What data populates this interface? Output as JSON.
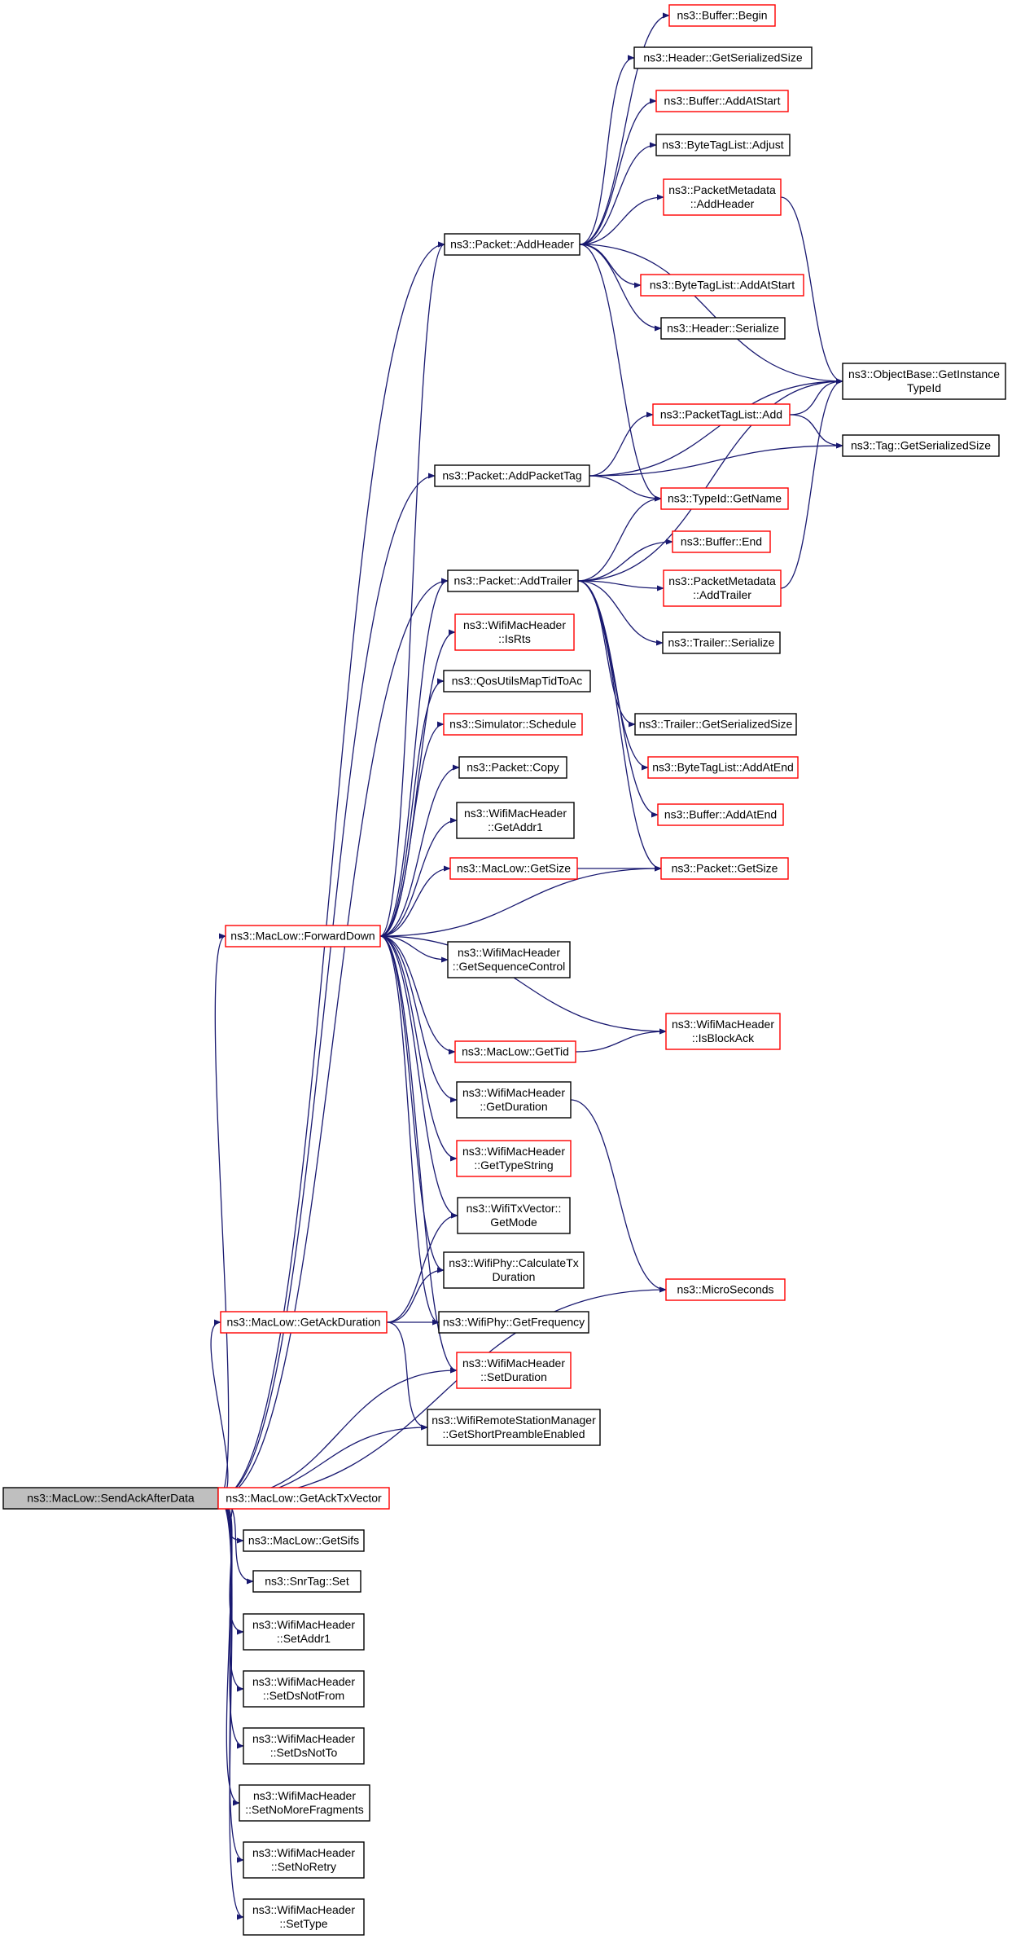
{
  "diagram": {
    "type": "call-graph",
    "root": "SendAckAfterData",
    "colors": {
      "edge": "#191970",
      "documented_border": "#000000",
      "undocumented_border": "#ff0000",
      "root_fill": "#bfbfbf"
    },
    "nodes": [
      {
        "id": "SendAckAfterData",
        "lines": [
          "ns3::MacLow::SendAckAfterData"
        ],
        "style": "root"
      },
      {
        "id": "BufferBegin",
        "lines": [
          "ns3::Buffer::Begin"
        ],
        "style": "red"
      },
      {
        "id": "HeaderGetSerializedSize",
        "lines": [
          "ns3::Header::GetSerializedSize"
        ],
        "style": "black"
      },
      {
        "id": "BufferAddAtStart",
        "lines": [
          "ns3::Buffer::AddAtStart"
        ],
        "style": "red"
      },
      {
        "id": "ByteTagListAdjust",
        "lines": [
          "ns3::ByteTagList::Adjust"
        ],
        "style": "black"
      },
      {
        "id": "PacketMetadataAddHeader",
        "lines": [
          "ns3::PacketMetadata",
          "::AddHeader"
        ],
        "style": "red"
      },
      {
        "id": "PacketAddHeader",
        "lines": [
          "ns3::Packet::AddHeader"
        ],
        "style": "black"
      },
      {
        "id": "ByteTagListAddAtStart",
        "lines": [
          "ns3::ByteTagList::AddAtStart"
        ],
        "style": "red"
      },
      {
        "id": "HeaderSerialize",
        "lines": [
          "ns3::Header::Serialize"
        ],
        "style": "black"
      },
      {
        "id": "ObjectBaseGetInstanceTypeId",
        "lines": [
          "ns3::ObjectBase::GetInstance",
          "TypeId"
        ],
        "style": "black"
      },
      {
        "id": "PacketTagListAdd",
        "lines": [
          "ns3::PacketTagList::Add"
        ],
        "style": "red"
      },
      {
        "id": "TagGetSerializedSize",
        "lines": [
          "ns3::Tag::GetSerializedSize"
        ],
        "style": "black"
      },
      {
        "id": "PacketAddPacketTag",
        "lines": [
          "ns3::Packet::AddPacketTag"
        ],
        "style": "black"
      },
      {
        "id": "TypeIdGetName",
        "lines": [
          "ns3::TypeId::GetName"
        ],
        "style": "red"
      },
      {
        "id": "BufferEnd",
        "lines": [
          "ns3::Buffer::End"
        ],
        "style": "red"
      },
      {
        "id": "PacketAddTrailer",
        "lines": [
          "ns3::Packet::AddTrailer"
        ],
        "style": "black"
      },
      {
        "id": "PacketMetadataAddTrailer",
        "lines": [
          "ns3::PacketMetadata",
          "::AddTrailer"
        ],
        "style": "red"
      },
      {
        "id": "WifiMacHeaderIsRts",
        "lines": [
          "ns3::WifiMacHeader",
          "::IsRts"
        ],
        "style": "red"
      },
      {
        "id": "TrailerSerialize",
        "lines": [
          "ns3::Trailer::Serialize"
        ],
        "style": "black"
      },
      {
        "id": "QosUtilsMapTidToAc",
        "lines": [
          "ns3::QosUtilsMapTidToAc"
        ],
        "style": "black"
      },
      {
        "id": "SimulatorSchedule",
        "lines": [
          "ns3::Simulator::Schedule"
        ],
        "style": "red"
      },
      {
        "id": "TrailerGetSerializedSize",
        "lines": [
          "ns3::Trailer::GetSerializedSize"
        ],
        "style": "black"
      },
      {
        "id": "PacketCopy",
        "lines": [
          "ns3::Packet::Copy"
        ],
        "style": "black"
      },
      {
        "id": "ByteTagListAddAtEnd",
        "lines": [
          "ns3::ByteTagList::AddAtEnd"
        ],
        "style": "red"
      },
      {
        "id": "WifiMacHeaderGetAddr1",
        "lines": [
          "ns3::WifiMacHeader",
          "::GetAddr1"
        ],
        "style": "black"
      },
      {
        "id": "BufferAddAtEnd",
        "lines": [
          "ns3::Buffer::AddAtEnd"
        ],
        "style": "red"
      },
      {
        "id": "MacLowGetSize",
        "lines": [
          "ns3::MacLow::GetSize"
        ],
        "style": "red"
      },
      {
        "id": "PacketGetSize",
        "lines": [
          "ns3::Packet::GetSize"
        ],
        "style": "red"
      },
      {
        "id": "MacLowForwardDown",
        "lines": [
          "ns3::MacLow::ForwardDown"
        ],
        "style": "red"
      },
      {
        "id": "WifiMacHeaderGetSequenceControl",
        "lines": [
          "ns3::WifiMacHeader",
          "::GetSequenceControl"
        ],
        "style": "black"
      },
      {
        "id": "WifiMacHeaderIsBlockAck",
        "lines": [
          "ns3::WifiMacHeader",
          "::IsBlockAck"
        ],
        "style": "red"
      },
      {
        "id": "MacLowGetTid",
        "lines": [
          "ns3::MacLow::GetTid"
        ],
        "style": "red"
      },
      {
        "id": "WifiMacHeaderGetDuration",
        "lines": [
          "ns3::WifiMacHeader",
          "::GetDuration"
        ],
        "style": "black"
      },
      {
        "id": "WifiMacHeaderGetTypeString",
        "lines": [
          "ns3::WifiMacHeader",
          "::GetTypeString"
        ],
        "style": "red"
      },
      {
        "id": "WifiTxVectorGetMode",
        "lines": [
          "ns3::WifiTxVector::",
          "GetMode"
        ],
        "style": "black"
      },
      {
        "id": "WifiPhyCalculateTxDuration",
        "lines": [
          "ns3::WifiPhy::CalculateTx",
          "Duration"
        ],
        "style": "black"
      },
      {
        "id": "MicroSeconds",
        "lines": [
          "ns3::MicroSeconds"
        ],
        "style": "red"
      },
      {
        "id": "MacLowGetAckDuration",
        "lines": [
          "ns3::MacLow::GetAckDuration"
        ],
        "style": "red"
      },
      {
        "id": "WifiPhyGetFrequency",
        "lines": [
          "ns3::WifiPhy::GetFrequency"
        ],
        "style": "black"
      },
      {
        "id": "WifiMacHeaderSetDuration",
        "lines": [
          "ns3::WifiMacHeader",
          "::SetDuration"
        ],
        "style": "red"
      },
      {
        "id": "GetShortPreambleEnabled",
        "lines": [
          "ns3::WifiRemoteStationManager",
          "::GetShortPreambleEnabled"
        ],
        "style": "black"
      },
      {
        "id": "MacLowGetAckTxVector",
        "lines": [
          "ns3::MacLow::GetAckTxVector"
        ],
        "style": "red"
      },
      {
        "id": "MacLowGetSifs",
        "lines": [
          "ns3::MacLow::GetSifs"
        ],
        "style": "black"
      },
      {
        "id": "SnrTagSet",
        "lines": [
          "ns3::SnrTag::Set"
        ],
        "style": "black"
      },
      {
        "id": "WifiMacHeaderSetAddr1",
        "lines": [
          "ns3::WifiMacHeader",
          "::SetAddr1"
        ],
        "style": "black"
      },
      {
        "id": "WifiMacHeaderSetDsNotFrom",
        "lines": [
          "ns3::WifiMacHeader",
          "::SetDsNotFrom"
        ],
        "style": "black"
      },
      {
        "id": "WifiMacHeaderSetDsNotTo",
        "lines": [
          "ns3::WifiMacHeader",
          "::SetDsNotTo"
        ],
        "style": "black"
      },
      {
        "id": "WifiMacHeaderSetNoMoreFragments",
        "lines": [
          "ns3::WifiMacHeader",
          "::SetNoMoreFragments"
        ],
        "style": "black"
      },
      {
        "id": "WifiMacHeaderSetNoRetry",
        "lines": [
          "ns3::WifiMacHeader",
          "::SetNoRetry"
        ],
        "style": "black"
      },
      {
        "id": "WifiMacHeaderSetType",
        "lines": [
          "ns3::WifiMacHeader",
          "::SetType"
        ],
        "style": "black"
      }
    ],
    "edges": [
      [
        "PacketAddHeader",
        "BufferBegin"
      ],
      [
        "PacketAddHeader",
        "HeaderGetSerializedSize"
      ],
      [
        "PacketAddHeader",
        "BufferAddAtStart"
      ],
      [
        "PacketAddHeader",
        "ByteTagListAdjust"
      ],
      [
        "PacketAddHeader",
        "PacketMetadataAddHeader"
      ],
      [
        "PacketAddHeader",
        "ObjectBaseGetInstanceTypeId"
      ],
      [
        "PacketAddHeader",
        "ByteTagListAddAtStart"
      ],
      [
        "PacketAddHeader",
        "HeaderSerialize"
      ],
      [
        "PacketAddHeader",
        "TypeIdGetName"
      ],
      [
        "PacketMetadataAddHeader",
        "ObjectBaseGetInstanceTypeId"
      ],
      [
        "PacketAddPacketTag",
        "ObjectBaseGetInstanceTypeId"
      ],
      [
        "PacketAddPacketTag",
        "PacketTagListAdd"
      ],
      [
        "PacketAddPacketTag",
        "TagGetSerializedSize"
      ],
      [
        "PacketAddPacketTag",
        "TypeIdGetName"
      ],
      [
        "PacketTagListAdd",
        "ObjectBaseGetInstanceTypeId"
      ],
      [
        "PacketTagListAdd",
        "TagGetSerializedSize"
      ],
      [
        "PacketAddTrailer",
        "TypeIdGetName"
      ],
      [
        "PacketAddTrailer",
        "BufferEnd"
      ],
      [
        "PacketAddTrailer",
        "PacketMetadataAddTrailer"
      ],
      [
        "PacketAddTrailer",
        "TrailerSerialize"
      ],
      [
        "PacketAddTrailer",
        "ObjectBaseGetInstanceTypeId"
      ],
      [
        "PacketAddTrailer",
        "TrailerGetSerializedSize"
      ],
      [
        "PacketAddTrailer",
        "ByteTagListAddAtEnd"
      ],
      [
        "PacketAddTrailer",
        "BufferAddAtEnd"
      ],
      [
        "PacketAddTrailer",
        "PacketGetSize"
      ],
      [
        "PacketMetadataAddTrailer",
        "ObjectBaseGetInstanceTypeId"
      ],
      [
        "MacLowForwardDown",
        "PacketAddHeader"
      ],
      [
        "MacLowForwardDown",
        "PacketAddTrailer"
      ],
      [
        "MacLowForwardDown",
        "WifiMacHeaderIsRts"
      ],
      [
        "MacLowForwardDown",
        "QosUtilsMapTidToAc"
      ],
      [
        "MacLowForwardDown",
        "SimulatorSchedule"
      ],
      [
        "MacLowForwardDown",
        "PacketCopy"
      ],
      [
        "MacLowForwardDown",
        "WifiMacHeaderGetAddr1"
      ],
      [
        "MacLowForwardDown",
        "MacLowGetSize"
      ],
      [
        "MacLowForwardDown",
        "PacketGetSize"
      ],
      [
        "MacLowForwardDown",
        "WifiMacHeaderGetSequenceControl"
      ],
      [
        "MacLowForwardDown",
        "WifiMacHeaderIsBlockAck"
      ],
      [
        "MacLowForwardDown",
        "MacLowGetTid"
      ],
      [
        "MacLowForwardDown",
        "WifiMacHeaderGetDuration"
      ],
      [
        "MacLowForwardDown",
        "WifiMacHeaderGetTypeString"
      ],
      [
        "MacLowForwardDown",
        "WifiTxVectorGetMode"
      ],
      [
        "MacLowForwardDown",
        "WifiPhyCalculateTxDuration"
      ],
      [
        "MacLowForwardDown",
        "WifiPhyGetFrequency"
      ],
      [
        "MacLowForwardDown",
        "WifiMacHeaderSetDuration"
      ],
      [
        "MacLowGetSize",
        "PacketGetSize"
      ],
      [
        "MacLowGetTid",
        "WifiMacHeaderIsBlockAck"
      ],
      [
        "WifiMacHeaderGetDuration",
        "MicroSeconds"
      ],
      [
        "MacLowGetAckDuration",
        "WifiTxVectorGetMode"
      ],
      [
        "MacLowGetAckDuration",
        "WifiPhyCalculateTxDuration"
      ],
      [
        "MacLowGetAckDuration",
        "WifiPhyGetFrequency"
      ],
      [
        "MacLowGetAckDuration",
        "GetShortPreambleEnabled"
      ],
      [
        "SendAckAfterData",
        "PacketAddHeader"
      ],
      [
        "SendAckAfterData",
        "PacketAddPacketTag"
      ],
      [
        "SendAckAfterData",
        "PacketAddTrailer"
      ],
      [
        "SendAckAfterData",
        "MacLowForwardDown"
      ],
      [
        "SendAckAfterData",
        "MacLowGetAckDuration"
      ],
      [
        "SendAckAfterData",
        "WifiMacHeaderSetDuration"
      ],
      [
        "SendAckAfterData",
        "GetShortPreambleEnabled"
      ],
      [
        "SendAckAfterData",
        "MicroSeconds"
      ],
      [
        "SendAckAfterData",
        "MacLowGetAckTxVector"
      ],
      [
        "SendAckAfterData",
        "MacLowGetSifs"
      ],
      [
        "SendAckAfterData",
        "SnrTagSet"
      ],
      [
        "SendAckAfterData",
        "WifiMacHeaderSetAddr1"
      ],
      [
        "SendAckAfterData",
        "WifiMacHeaderSetDsNotFrom"
      ],
      [
        "SendAckAfterData",
        "WifiMacHeaderSetDsNotTo"
      ],
      [
        "SendAckAfterData",
        "WifiMacHeaderSetNoMoreFragments"
      ],
      [
        "SendAckAfterData",
        "WifiMacHeaderSetNoRetry"
      ],
      [
        "SendAckAfterData",
        "WifiMacHeaderSetType"
      ]
    ]
  }
}
